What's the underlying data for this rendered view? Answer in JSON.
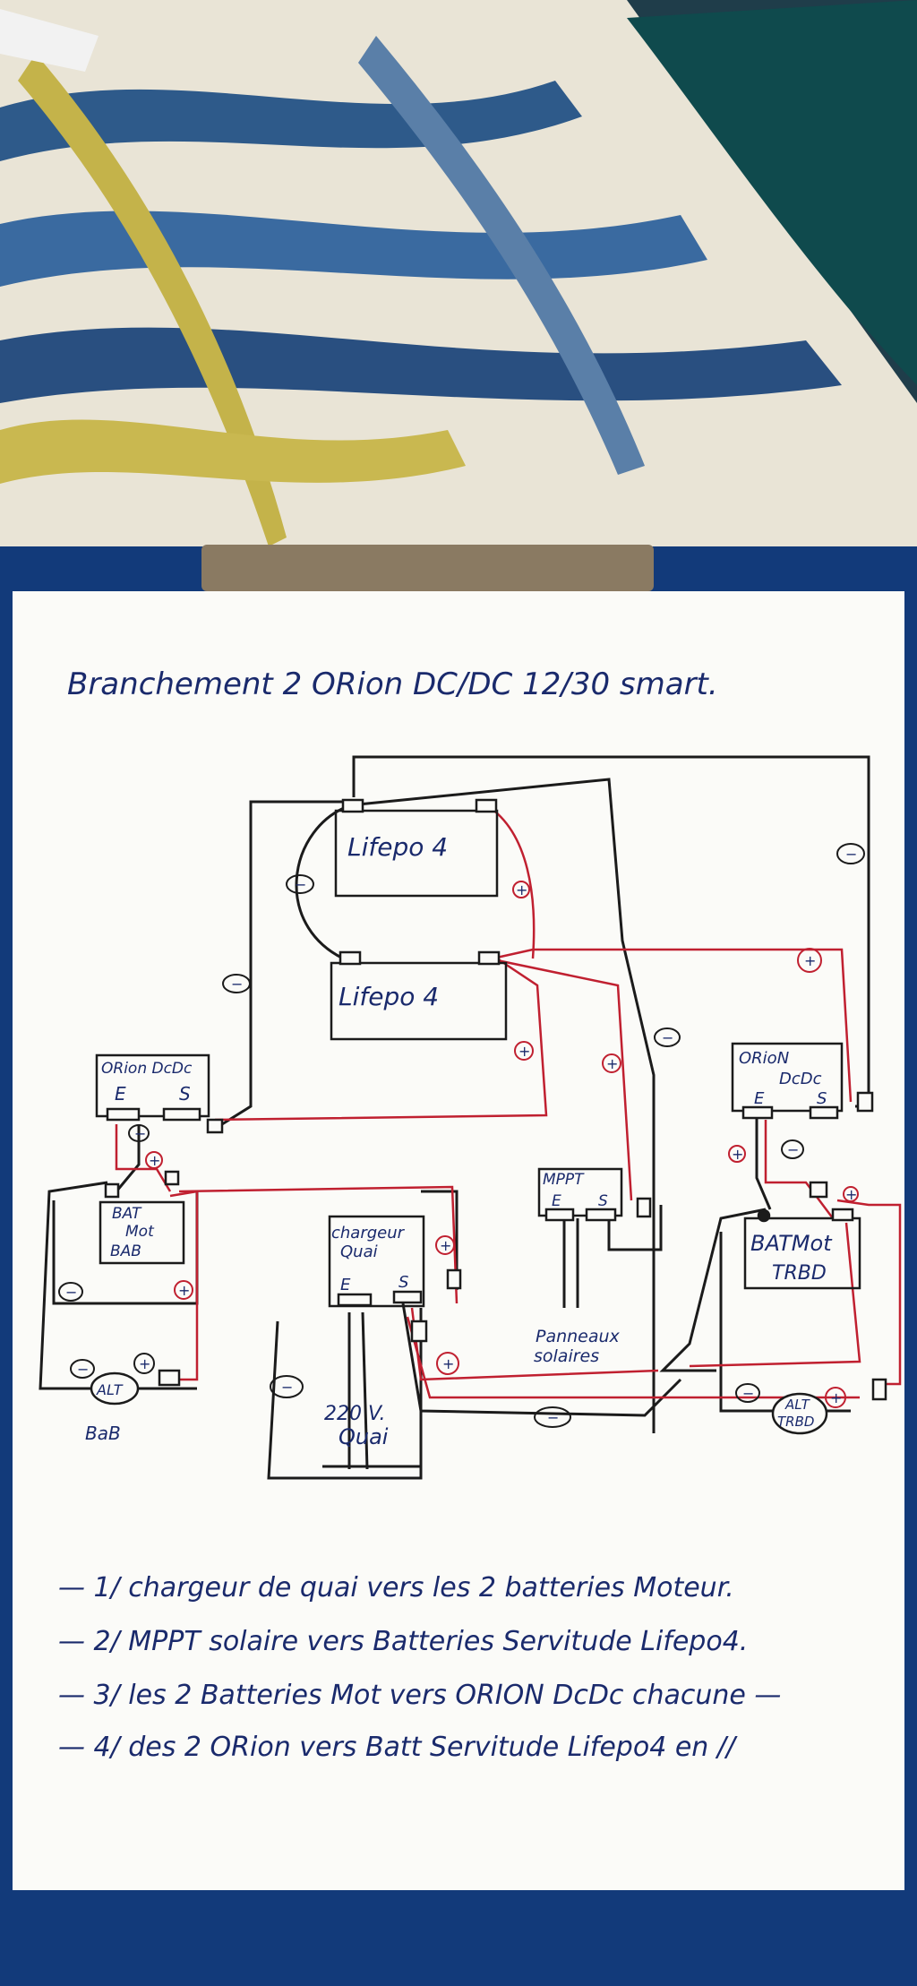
{
  "title": "Branchement 2 ORion DC/DC 12/30 smart.",
  "battery_lifepo_top": "Lifepo 4",
  "battery_lifepo_bottom": "Lifepo 4",
  "orion_left": {
    "line1": "ORion DcDc",
    "e": "E",
    "s": "S"
  },
  "orion_right": {
    "line1": "ORioN",
    "line2": "DcDc",
    "e": "E",
    "s": "S"
  },
  "bat_mot_bab": {
    "line1": "BAT",
    "line2": "Mot",
    "line3": "BAB"
  },
  "bat_mot_trbd": {
    "line1": "BATMot",
    "line2": "TRBD"
  },
  "chargeur_quai": {
    "line1": "chargeur",
    "line2": "Quai",
    "e": "E",
    "s": "S"
  },
  "mppt": {
    "line1": "MPPT",
    "e": "E",
    "s": "S"
  },
  "panneaux": {
    "line1": "Panneaux",
    "line2": "solaires"
  },
  "alt_bab": "ALT",
  "alt_trbd": {
    "line1": "ALT",
    "line2": "TRBD"
  },
  "bab_label": "BaB",
  "quai_label": {
    "line1": "220 V.",
    "line2": "Quai"
  },
  "plus": "+",
  "minus": "−",
  "notes": [
    "— 1/ chargeur de quai vers les 2 batteries Moteur.",
    "— 2/ MPPT solaire vers Batteries Servitude Lifepo4.",
    "— 3/ les 2 Batteries Mot vers ORION DcDc chacune —",
    "— 4/ des 2 ORion vers Batt Servitude Lifepo4 en //"
  ],
  "colors": {
    "ink_black": "#1b1b1b",
    "ink_red": "#c02030",
    "ink_blue": "#1a2a6c",
    "paper": "#fbfbf8",
    "clipboard": "#123a7a"
  }
}
